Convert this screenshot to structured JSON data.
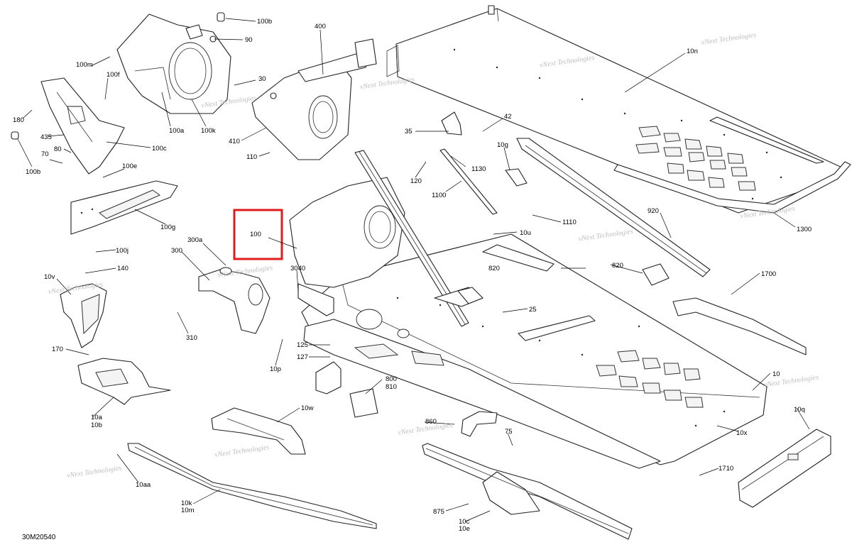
{
  "figure_id": "30M20540",
  "watermark": "vNext Technologies",
  "highlight_color": "#e01b1b",
  "highlighted_callout": "100",
  "callouts": {
    "c100b": "100b",
    "c90": "90",
    "c400": "400",
    "c10n": "10n",
    "c100m": "100m",
    "c100f": "100f",
    "c30": "30",
    "c180": "180",
    "c435": "435",
    "c100a": "100a",
    "c100k": "100k",
    "c410": "410",
    "c42": "42",
    "c35": "35",
    "c80": "80",
    "c100c": "100c",
    "c70": "70",
    "c100b2": "100b",
    "c110": "110",
    "c10g": "10g",
    "c1130": "1130",
    "c120": "120",
    "c100e": "100e",
    "c1100": "1100",
    "c1300": "1300",
    "c100g": "100g",
    "c920": "920",
    "c1110": "1110",
    "c100": "100",
    "c10u": "10u",
    "c300a": "300a",
    "c300": "300",
    "c100j": "100j",
    "c820a": "820",
    "c820b": "820",
    "c1700": "1700",
    "c10v": "10v",
    "c140": "140",
    "c3040": "3040",
    "c25": "25",
    "c310": "310",
    "c125": "125",
    "c127": "127",
    "c170": "170",
    "c10p": "10p",
    "c800": "800",
    "c810": "810",
    "c10": "10",
    "c10w": "10w",
    "c860": "860",
    "c10q": "10q",
    "c10a": "10a",
    "c10b": "10b",
    "c75": "75",
    "c10x": "10x",
    "c1710": "1710",
    "c10aa": "10aa",
    "c10k": "10k",
    "c10m": "10m",
    "c875": "875",
    "c10c": "10c",
    "c10e": "10e"
  }
}
